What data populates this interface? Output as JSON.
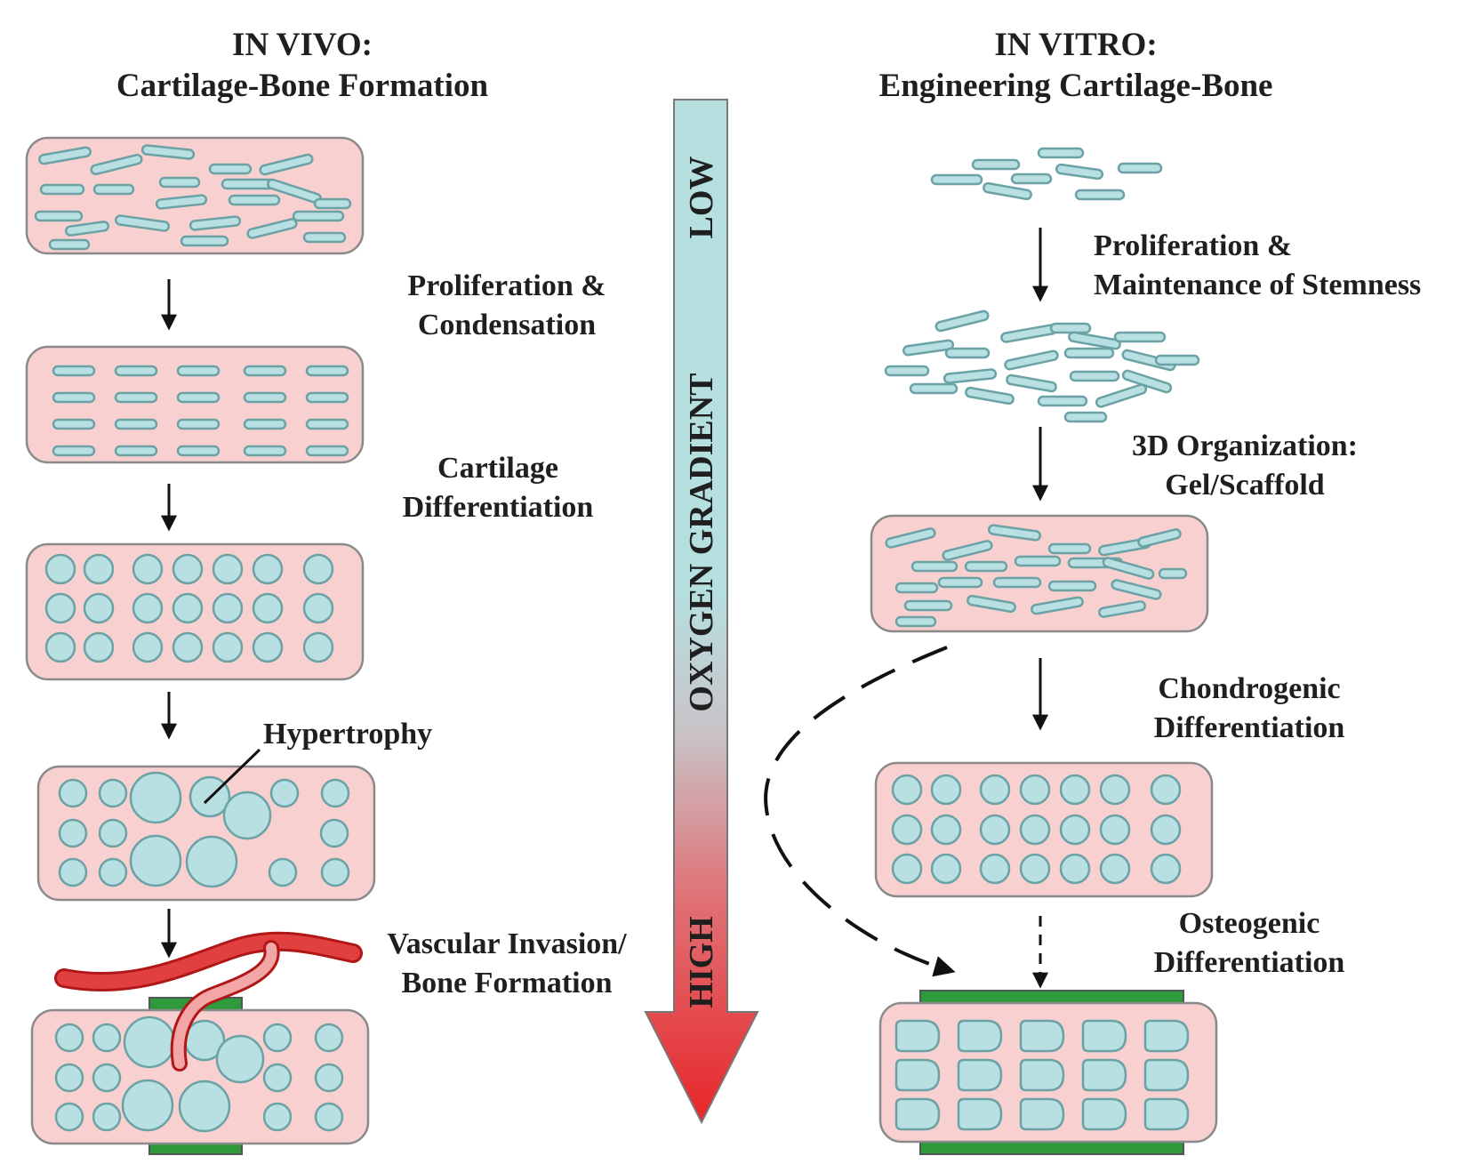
{
  "left": {
    "title": [
      "IN VIVO:",
      "Cartilage-Bone Formation"
    ],
    "steps": [
      [
        "Proliferation &",
        "Condensation"
      ],
      [
        "Cartilage",
        "Differentiation"
      ],
      [
        "Hypertrophy"
      ],
      [
        "Vascular Invasion/",
        "Bone Formation"
      ]
    ]
  },
  "right": {
    "title": [
      "IN VITRO:",
      "Engineering Cartilage-Bone"
    ],
    "steps": [
      [
        "Proliferation &",
        "Maintenance of Stemness"
      ],
      [
        "3D Organization:",
        "Gel/Scaffold"
      ],
      [
        "Chondrogenic",
        "Differentiation"
      ],
      [
        "Osteogenic",
        "Differentiation"
      ]
    ]
  },
  "gradient": {
    "label": "OXYGEN GRADIENT",
    "low": "LOW",
    "high": "HIGH"
  },
  "colors": {
    "tissue_fill": "#f8d0d0",
    "tissue_stroke": "#8a8a8a",
    "cell_fill": "#b8dfe2",
    "cell_stroke": "#6aa2a6",
    "vessel": "#e02828",
    "bone_plate": "#2e9a3c",
    "gradient_low": "#b6dfe0",
    "gradient_high": "#e8262a"
  }
}
